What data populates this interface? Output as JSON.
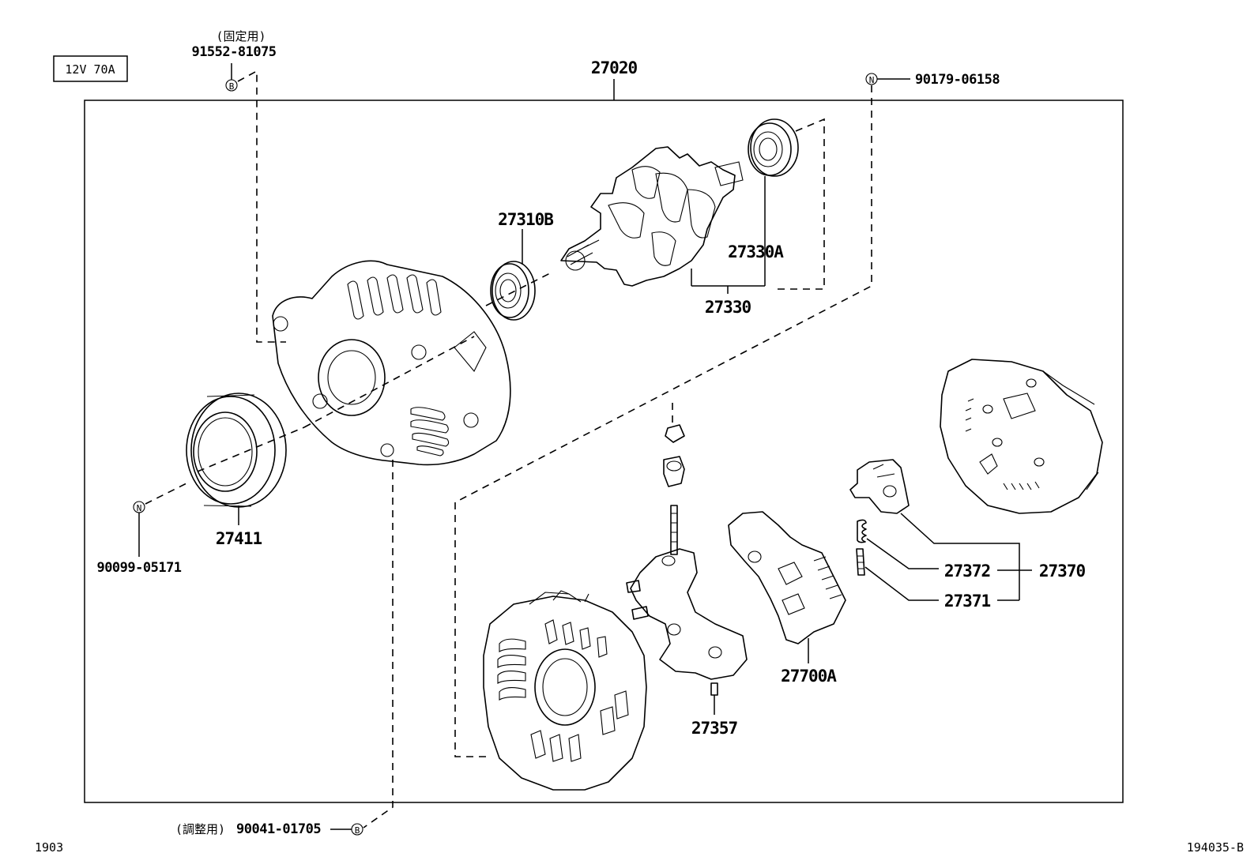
{
  "spec_box": "12V 70A",
  "assembly": "27020",
  "bolt_top": {
    "note": "(固定用)",
    "part": "91552-81075",
    "marker": "B"
  },
  "bolt_bottom": {
    "note": "(調整用)",
    "part": "90041-01705",
    "marker": "B"
  },
  "nut_right": {
    "part": "90179-06158",
    "marker": "N"
  },
  "nut_left": {
    "part": "90099-05171",
    "marker": "N"
  },
  "parts": {
    "bearing_front": "27310B",
    "bearing_rear": "27330A",
    "rotor": "27330",
    "pulley": "27411",
    "rectifier": "27357",
    "regulator": "27700A",
    "brush_holder": "27370",
    "spring": "27372",
    "brush": "27371"
  },
  "footer_left": "1903",
  "footer_right": "194035-B"
}
